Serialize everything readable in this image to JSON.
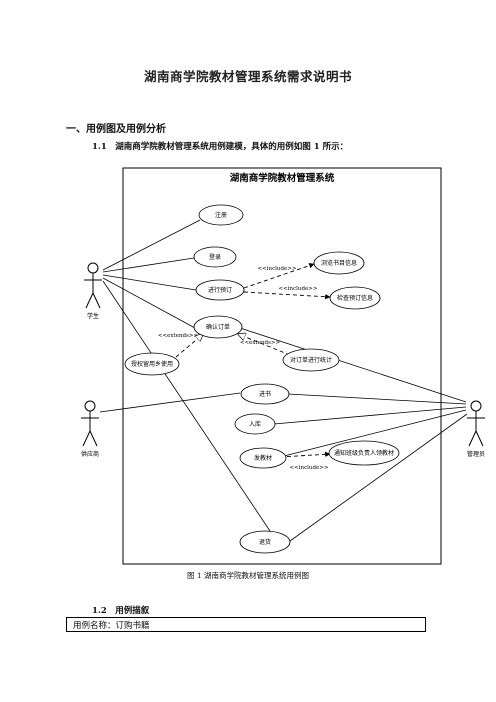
{
  "document": {
    "title": "湖南商学院教材管理系统需求说明书",
    "section1": "一、用例图及用例分析",
    "section1_1": "1.1　湖南商学院教材管理系统用例建模，具体的用例如图 1 所示：",
    "figure_caption": "图 1  湖南商学院教材管理系统用例图",
    "section1_2": "1.2　用例描叙",
    "table_row": "用例名称：订购书籍"
  },
  "diagram": {
    "system_title": "湖南商学院教材管理系统",
    "actors": {
      "student": "学生",
      "supplier": "供应商",
      "admin": "管理员"
    },
    "usecases": {
      "register": "注册",
      "login": "登录",
      "reserve": "进行预订",
      "browse": "浏览书目信息",
      "check_reserve": "检查预订信息",
      "confirm_order": "确认订单",
      "auth_use": "授权留用乡使用",
      "order_stats": "对订单进行统计",
      "stock_in": "进书",
      "warehouse": "入库",
      "distribute": "发教材",
      "notify": "通知班级负责人领教材",
      "return_books": "退货"
    },
    "relations": {
      "include": "<<include>>",
      "extends": "<<extends>>"
    }
  }
}
